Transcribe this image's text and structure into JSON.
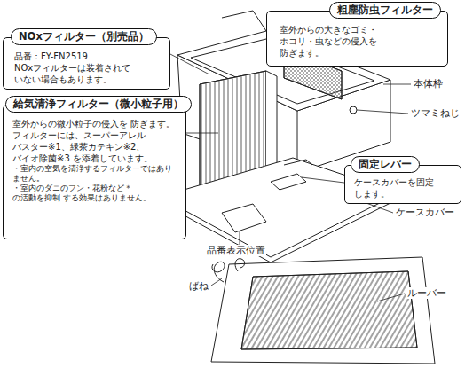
{
  "diagram": {
    "nodes": [
      {
        "text": [
          "NOxフィルター（別売品）",
          "品番：FY-FN2519 NOxフィルターは装着されて いない場合もあります。"
        ]
      },
      {
        "text": [
          "給気清浄フィルター（微小粒子用）",
          "室外からの微小粒子の侵入を 防ぎます。",
          "フィルターには、スーパーアレル バスター※1、緑茶カテキン※2、 バイオ除菌※3 を添着しています。",
          "・室内の空気を清浄するフィルターではあり ません。",
          "・室内のダニのフン・花粉など＊の活動を抑制 する効果はありません。"
        ]
      },
      {
        "text": [
          "粗塵防虫フィルター",
          "室外からの大きなゴミ・ ホコリ・虫などの侵入を 防ぎます。"
        ]
      },
      {
        "text": [
          "固定レバー",
          "ケースカバーを固定 します。"
        ]
      }
    ],
    "labels": [
      "本体枠",
      "ツマミねじ",
      "ケースカバー",
      "品番表示位置",
      "ばね",
      "ルーバー"
    ]
  }
}
